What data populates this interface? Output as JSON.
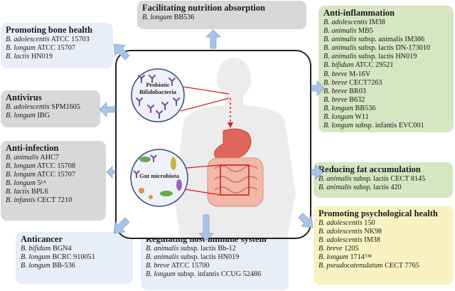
{
  "boxes": [
    {
      "id": "nutrition",
      "title": "Facilitating nutrition absorption",
      "items": [
        {
          "sp": "B. longum",
          "rest": " BB536"
        }
      ]
    },
    {
      "id": "bone",
      "title": "Promoting bone health",
      "items": [
        {
          "sp": "B. adolescentis",
          "rest": " ATCC 15703"
        },
        {
          "sp": "B. longum",
          "rest": " ATCC 15707"
        },
        {
          "sp": "B. lactis",
          "rest": " HN019"
        }
      ]
    },
    {
      "id": "antivirus",
      "title": "Antivirus",
      "items": [
        {
          "sp": "B. adolescentis",
          "rest": " SPM1605"
        },
        {
          "sp": "B. longum",
          "rest": " IBG"
        }
      ]
    },
    {
      "id": "antiinfection",
      "title": "Anti-infection",
      "items": [
        {
          "sp": "B. animalis",
          "rest": " AHC7"
        },
        {
          "sp": "B. longum",
          "rest": " ATCC 15708"
        },
        {
          "sp": "B. longum",
          "rest": " ATCC 15707"
        },
        {
          "sp": "B. longum",
          "rest": " 5¹ᴬ"
        },
        {
          "sp": "B. lactis",
          "rest": " BPL6"
        },
        {
          "sp": "B. infantis",
          "rest": " CECT 7210"
        }
      ]
    },
    {
      "id": "anticancer",
      "title": "Anticancer",
      "items": [
        {
          "sp": "B. bifidum",
          "rest": " BGN4"
        },
        {
          "sp": "B. longum",
          "rest": " BCRC 910051"
        },
        {
          "sp": "B. longum",
          "rest": " BB-536"
        }
      ]
    },
    {
      "id": "immune",
      "title": "Regulating host immune system",
      "items": [
        {
          "sp": "B. animalis",
          "rest": " subsp. lactis Bb-12"
        },
        {
          "sp": "B. animalis",
          "rest": " subsp. lactis HN019"
        },
        {
          "sp": "B. breve",
          "rest": " ATCC 15700"
        },
        {
          "sp": "B. longum",
          "rest": " subsp. infantis CCUG 52486"
        }
      ]
    },
    {
      "id": "antiinflammation",
      "title": "Anti-inflammation",
      "items": [
        {
          "sp": "B. adolescentis",
          "rest": " IM38"
        },
        {
          "sp": "B. animalis",
          "rest": " MB5"
        },
        {
          "sp": "B. animalis",
          "rest": " subsp. animalis IM386"
        },
        {
          "sp": "B. animalis",
          "rest": " subsp. lactis DN-173010"
        },
        {
          "sp": "B. animalis",
          "rest": " subsp. lactis HN019"
        },
        {
          "sp": "B. bifidum",
          "rest": " ATCC 29521"
        },
        {
          "sp": "B. breve",
          "rest": " M-16V"
        },
        {
          "sp": "B. breve",
          "rest": " CECT7263"
        },
        {
          "sp": "B. breve",
          "rest": " BR03"
        },
        {
          "sp": "B. breve",
          "rest": " B632"
        },
        {
          "sp": "B. longum",
          "rest": " BB536"
        },
        {
          "sp": "B. longum",
          "rest": " W11"
        },
        {
          "sp": "B. longum",
          "rest": " subsp. infantis EVC001"
        }
      ]
    },
    {
      "id": "fat",
      "title": "Reducing fat accumulation",
      "items": [
        {
          "sp": "B. animalis",
          "rest": " subsp. lactis CECT 8145"
        },
        {
          "sp": "B. animalis",
          "rest": " subsp. lactis 420"
        }
      ]
    },
    {
      "id": "psych",
      "title": "Promoting psychological health",
      "items": [
        {
          "sp": "B. adolescentis",
          "rest": " 150"
        },
        {
          "sp": "B. adolescentis",
          "rest": " NK98"
        },
        {
          "sp": "B. adolescentis",
          "rest": " IM38"
        },
        {
          "sp": "B. breve",
          "rest": " 1205"
        },
        {
          "sp": "B. longum",
          "rest": " 1714™"
        },
        {
          "sp": "B. pseudocatenulatum",
          "rest": " CECT 7765"
        }
      ]
    }
  ],
  "center": {
    "probiotic_label_1": "Probiotic",
    "probiotic_label_2": "Bifidobacteria",
    "gut_label": "Gut microbiota"
  },
  "colors": {
    "arrow": "#a9c4e6",
    "arrow_stroke": "#7fa3d0",
    "red": "#d21f1f",
    "body": "#e6e6e6",
    "stomach": "#e0655f"
  }
}
